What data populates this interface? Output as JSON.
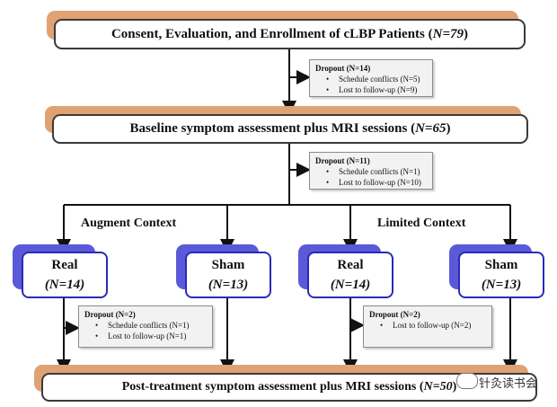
{
  "stage1": {
    "text": "Consent, Evaluation, and Enrollment of cLBP Patients (",
    "n": "N=79",
    "close": ")"
  },
  "dropout1": {
    "title": "Dropout (N=14)",
    "items": [
      "Schedule conflicts (N=5)",
      "Lost to follow-up (N=9)"
    ]
  },
  "stage2": {
    "text": "Baseline symptom assessment plus MRI sessions (",
    "n": "N=65",
    "close": ")"
  },
  "dropout2": {
    "title": "Dropout (N=11)",
    "items": [
      "Schedule conflicts (N=1)",
      "Lost to follow-up (N=10)"
    ]
  },
  "contexts": {
    "augment": "Augment Context",
    "limited": "Limited Context"
  },
  "arms": [
    {
      "label": "Real",
      "n": "(N=14)"
    },
    {
      "label": "Sham",
      "n": "(N=13)"
    },
    {
      "label": "Real",
      "n": "(N=14)"
    },
    {
      "label": "Sham",
      "n": "(N=13)"
    }
  ],
  "dropout3": {
    "title": "Dropout (N=2)",
    "items": [
      "Schedule conflicts (N=1)",
      "Lost to follow-up (N=1)"
    ]
  },
  "dropout4": {
    "title": "Dropout (N=2)",
    "items": [
      "Lost to follow-up (N=2)"
    ]
  },
  "stage3": {
    "text": "Post-treatment symptom assessment plus MRI sessions (",
    "n": "N=50",
    "close": ")"
  },
  "watermark": "针灸读书会",
  "colors": {
    "orange": "#e0a273",
    "blue": "#5a5ad8",
    "armBorder": "#2a2ab8"
  }
}
